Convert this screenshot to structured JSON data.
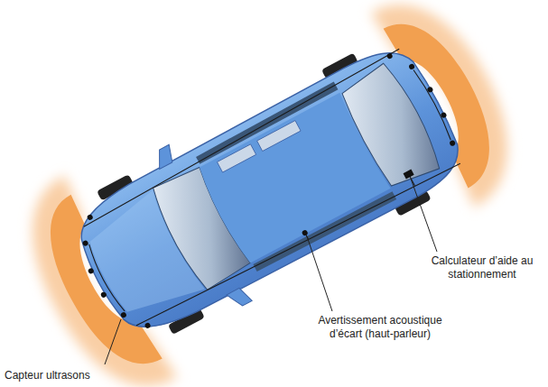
{
  "diagram": {
    "labels": [
      "Calculateur d’aide au stationnement",
      "Avertissement acoustique d’écart (haut-parleur)",
      "Capteur ultrasons"
    ]
  }
}
